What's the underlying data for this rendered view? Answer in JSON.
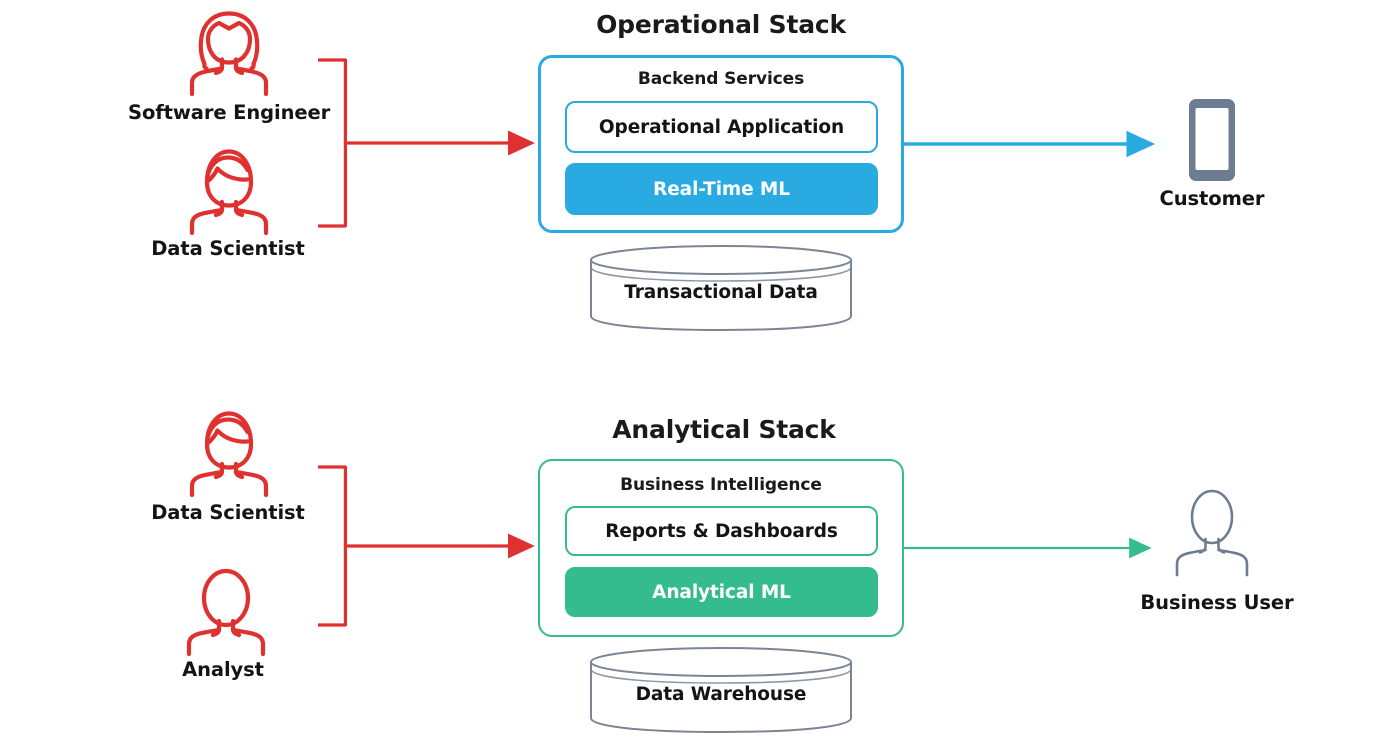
{
  "diagram": {
    "title_operational": "Operational Stack",
    "title_analytical": "Analytical Stack",
    "colors": {
      "operational_blue": "#29ABE2",
      "analytical_green": "#35BC8E",
      "persona_red": "#E03131",
      "slate_gray": "#6E7C91",
      "text_dark": "#141414",
      "background": "#FFFFFF"
    }
  },
  "operational": {
    "title": "Operational Stack",
    "section_label": "Backend Services",
    "cards": [
      {
        "label": "Operational Application",
        "style": "outline"
      },
      {
        "label": "Real-Time ML",
        "style": "solid"
      }
    ],
    "datastore": {
      "label": "Transactional Data",
      "icon": "database-cylinder-icon"
    },
    "personas": [
      {
        "label": "Software Engineer",
        "icon": "person-long-hair-icon"
      },
      {
        "label": "Data Scientist",
        "icon": "person-short-hair-icon"
      }
    ],
    "consumer": {
      "label": "Customer",
      "icon": "mobile-phone-icon"
    },
    "arrows": {
      "input": "bracket-arrow-right-red",
      "output": "arrow-right-blue"
    }
  },
  "analytical": {
    "title": "Analytical Stack",
    "section_label": "Business Intelligence",
    "cards": [
      {
        "label": "Reports & Dashboards",
        "style": "outline"
      },
      {
        "label": "Analytical ML",
        "style": "solid"
      }
    ],
    "datastore": {
      "label": "Data Warehouse",
      "icon": "database-cylinder-icon"
    },
    "personas": [
      {
        "label": "Data Scientist",
        "icon": "person-short-hair-icon"
      },
      {
        "label": "Analyst",
        "icon": "person-plain-icon"
      }
    ],
    "consumer": {
      "label": "Business User",
      "icon": "person-outline-gray-icon"
    },
    "arrows": {
      "input": "bracket-arrow-right-red",
      "output": "arrow-right-green"
    }
  }
}
